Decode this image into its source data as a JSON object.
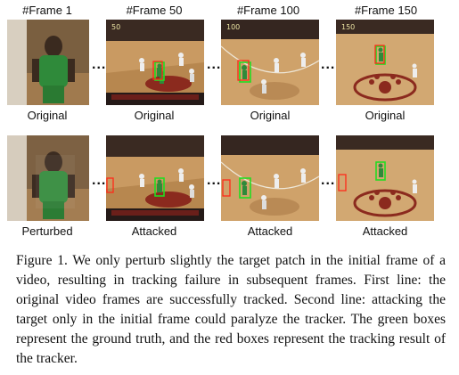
{
  "headers": [
    "#Frame 1",
    "#Frame 50",
    "#Frame 100",
    "#Frame 150"
  ],
  "row1_labels": [
    "Original",
    "Original",
    "Original",
    "Original"
  ],
  "row2_labels": [
    "Perturbed",
    "Attacked",
    "Attacked",
    "Attacked"
  ],
  "frame_numbers": [
    "50",
    "100",
    "150"
  ],
  "ellipsis": "...",
  "caption": "Figure 1. We only perturb slightly the target patch in the initial frame of a video, resulting in tracking failure in subsequent frames. First line: the original video frames are successfully tracked. Second line: attacking the target only in the initial frame could paralyze the tracker. The green boxes represent the ground truth, and the red boxes represent the tracking result of the tracker.",
  "colors": {
    "ground_truth_box": "#22dd22",
    "tracker_box": "#ff2a1a",
    "court_wood": "#c99a62"
  }
}
